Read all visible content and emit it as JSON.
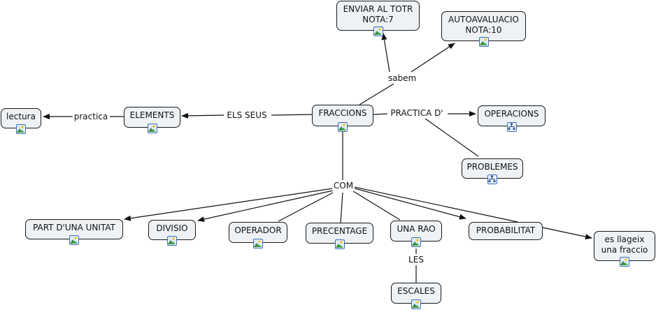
{
  "colors": {
    "node_fill": "#eef2f5",
    "node_border": "#1a1a1a",
    "edge": "#111111",
    "icon_border": "#3b6fb6"
  },
  "nodes": {
    "fraccions": {
      "label": "FRACCIONS",
      "icon": "image-icon"
    },
    "enviar": {
      "label": "ENVIAR AL TOTR\nNOTA:7",
      "icon": "image-icon"
    },
    "autoavaluacio": {
      "label": "AUTOAVALUACIO\nNOTA:10",
      "icon": "image-icon"
    },
    "elements": {
      "label": "ELEMENTS",
      "icon": "image-icon"
    },
    "lectura": {
      "label": "lectura",
      "icon": "image-icon"
    },
    "operacions": {
      "label": "OPERACIONS",
      "icon": "concept-map-icon"
    },
    "problemes": {
      "label": "PROBLEMES",
      "icon": "concept-map-icon"
    },
    "part_unitat": {
      "label": "PART D'UNA UNITAT",
      "icon": "image-icon"
    },
    "divisio": {
      "label": "DIVISIO",
      "icon": "image-icon"
    },
    "operador": {
      "label": "OPERADOR",
      "icon": "image-icon"
    },
    "precentage": {
      "label": "PRECENTAGE",
      "icon": "image-icon"
    },
    "una_rao": {
      "label": "UNA RAO",
      "icon": "image-icon"
    },
    "probabilitat": {
      "label": "PROBABILITAT",
      "icon": ""
    },
    "llegeix": {
      "label": "es llageix\nuna fraccio",
      "icon": "image-icon"
    },
    "escales": {
      "label": "ESCALES",
      "icon": "image-icon"
    }
  },
  "links": {
    "sabem": "sabem",
    "els_seus": "ELS SEUS",
    "practica": "practica",
    "practica_d": "PRACTICA D'",
    "com": "COM",
    "les": "LES"
  }
}
